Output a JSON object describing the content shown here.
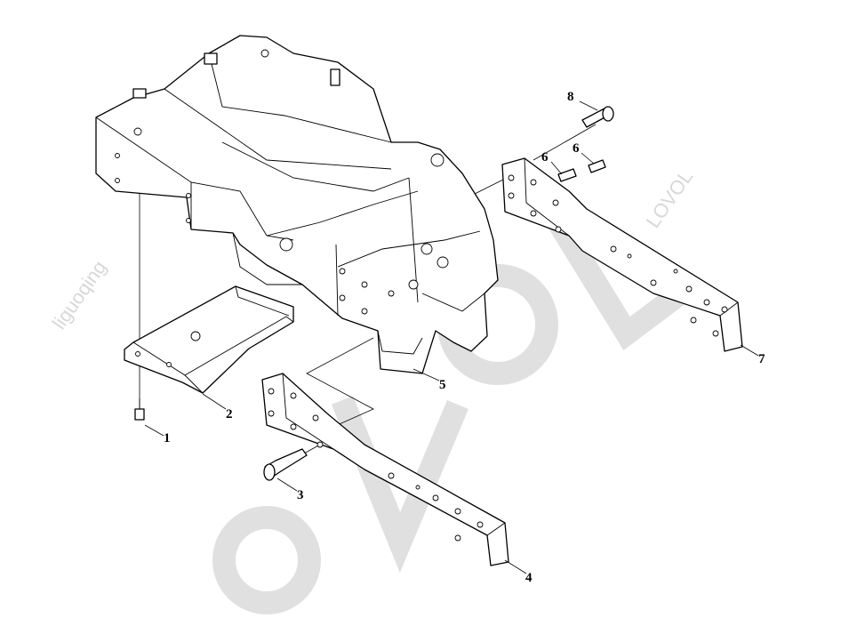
{
  "diagram": {
    "type": "exploded-parts-view",
    "callouts": [
      {
        "id": "callout-1",
        "label": "1",
        "part": "bolt"
      },
      {
        "id": "callout-2",
        "label": "2",
        "part": "guard-plate"
      },
      {
        "id": "callout-3",
        "label": "3",
        "part": "bolt"
      },
      {
        "id": "callout-4",
        "label": "4",
        "part": "left-side-rail"
      },
      {
        "id": "callout-5",
        "label": "5",
        "part": "front-frame-casting"
      },
      {
        "id": "callout-6a",
        "label": "6",
        "part": "pin"
      },
      {
        "id": "callout-6b",
        "label": "6",
        "part": "pin"
      },
      {
        "id": "callout-7",
        "label": "7",
        "part": "right-side-rail"
      },
      {
        "id": "callout-8",
        "label": "8",
        "part": "bolt"
      }
    ]
  },
  "watermarks": {
    "large": "OVOL",
    "left": "liguoqing",
    "right": "LOVOL"
  }
}
